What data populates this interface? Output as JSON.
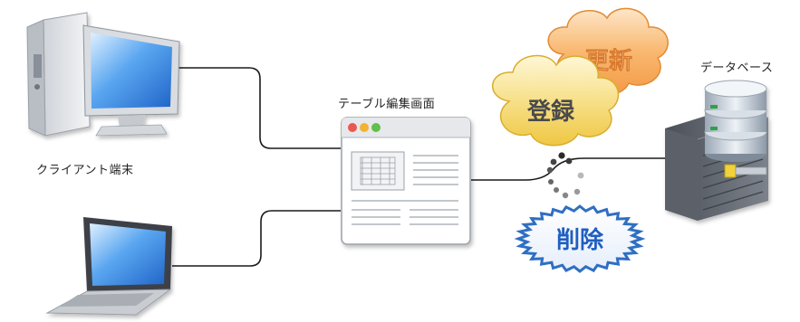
{
  "labels": {
    "client": "クライアント端末",
    "screen": "テーブル編集画面",
    "database": "データベース"
  },
  "operations": {
    "update": "更新",
    "insert": "登録",
    "delete": "削除"
  },
  "colors": {
    "line": "#1a1a1a",
    "update_cloud": "#f7a95a",
    "insert_cloud": "#f4d66b",
    "delete_burst": "#3a78c8",
    "screen_blue": "#4a90e0"
  },
  "icons": {
    "desktop": "desktop-computer-icon",
    "laptop": "laptop-icon",
    "window": "table-editor-window-icon",
    "server": "database-server-icon"
  }
}
